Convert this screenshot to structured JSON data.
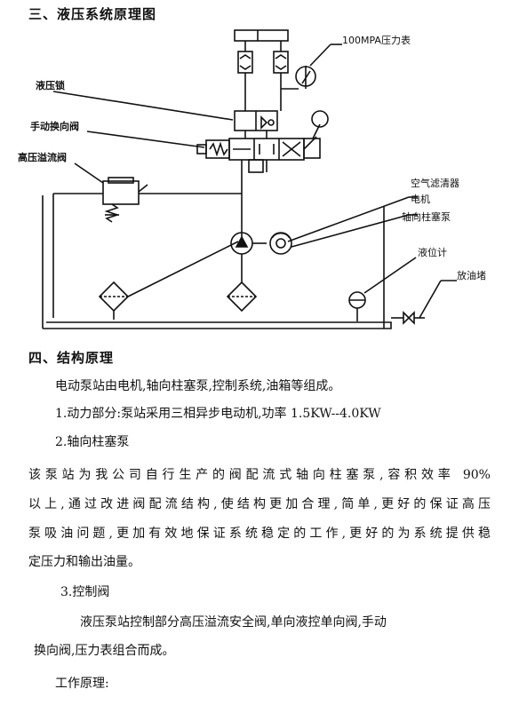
{
  "section3": {
    "title": "三、液压系统原理图"
  },
  "diagram": {
    "labels": {
      "gauge": "100MPA压力表",
      "hydraulic_lock": "液压锁",
      "manual_valve": "手动换向阀",
      "relief_valve": "高压溢流阀",
      "air_filter": "空气滤清器",
      "motor": "电机",
      "piston_pump": "轴向柱塞泵",
      "level_gauge": "液位计",
      "drain_plug": "放油堵"
    }
  },
  "section4": {
    "title": "四、结构原理",
    "intro": "电动泵站由电机,轴向柱塞泵,控制系统,油箱等组成。",
    "item1": "1.动力部分:泵站采用三相异步电动机,功率 1.5KW--4.0KW",
    "item2": "2.轴向柱塞泵",
    "pump_lines": [
      "该泵站为我公司自行生产的阀配流式轴向柱塞泵,容积效率 90%",
      "以上,通过改进阀配流结构,使结构更加合理,简单,更好的保证高压",
      "泵吸油问题,更加有效地保证系统稳定的工作,更好的为系统提供稳",
      "定压力和输出油量。"
    ],
    "item3": "3.控制阀",
    "control_lines": [
      "液压泵站控制部分高压溢流安全阀,单向液控单向阀,手动",
      "换向阀,压力表组合而成。"
    ],
    "work_principle": "工作原理:"
  }
}
